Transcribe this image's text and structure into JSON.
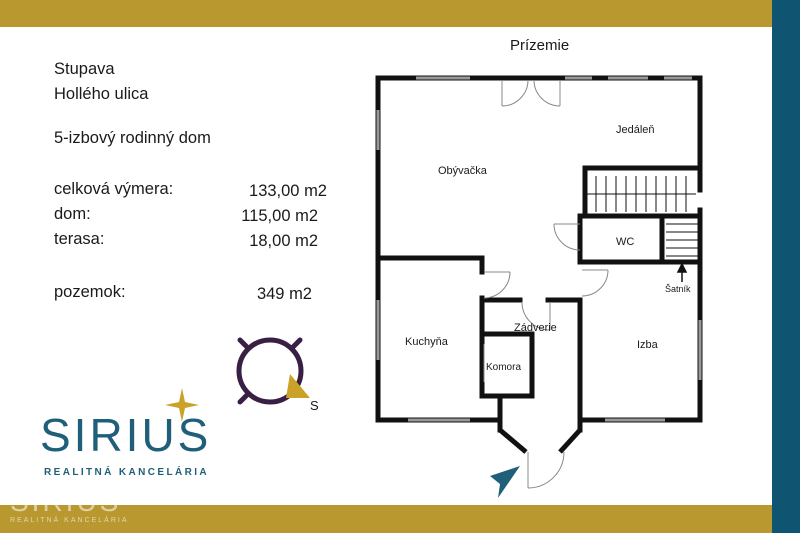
{
  "address": {
    "city": "Stupava",
    "street": "Hollého ulica"
  },
  "property_type": "5-izbový rodinný dom",
  "areas": [
    {
      "label": "celková výmera:",
      "value": "133,00 m2"
    },
    {
      "label": "dom:",
      "value": "115,00 m2"
    },
    {
      "label": "terasa:",
      "value": "18,00 m2"
    }
  ],
  "plot": {
    "label": "pozemok:",
    "value": "349 m2"
  },
  "floorplan": {
    "title": "Prízemie",
    "rooms": {
      "living": "Obývačka",
      "dining": "Jedáleň",
      "wc": "WC",
      "wardrobe": "Šatník",
      "kitchen": "Kuchyňa",
      "hall": "Zádverie",
      "pantry": "Komora",
      "room": "Izba"
    }
  },
  "compass": {
    "direction": "S"
  },
  "brand": {
    "name": "SIRIUS",
    "tagline": "REALITNÁ KANCELÁRIA"
  },
  "colors": {
    "gold": "#b9982f",
    "navy": "#0f5470",
    "logo_blue": "#1f5f7a",
    "compass_purple": "#3a1f45",
    "arrow_blue": "#1f5f7a"
  }
}
